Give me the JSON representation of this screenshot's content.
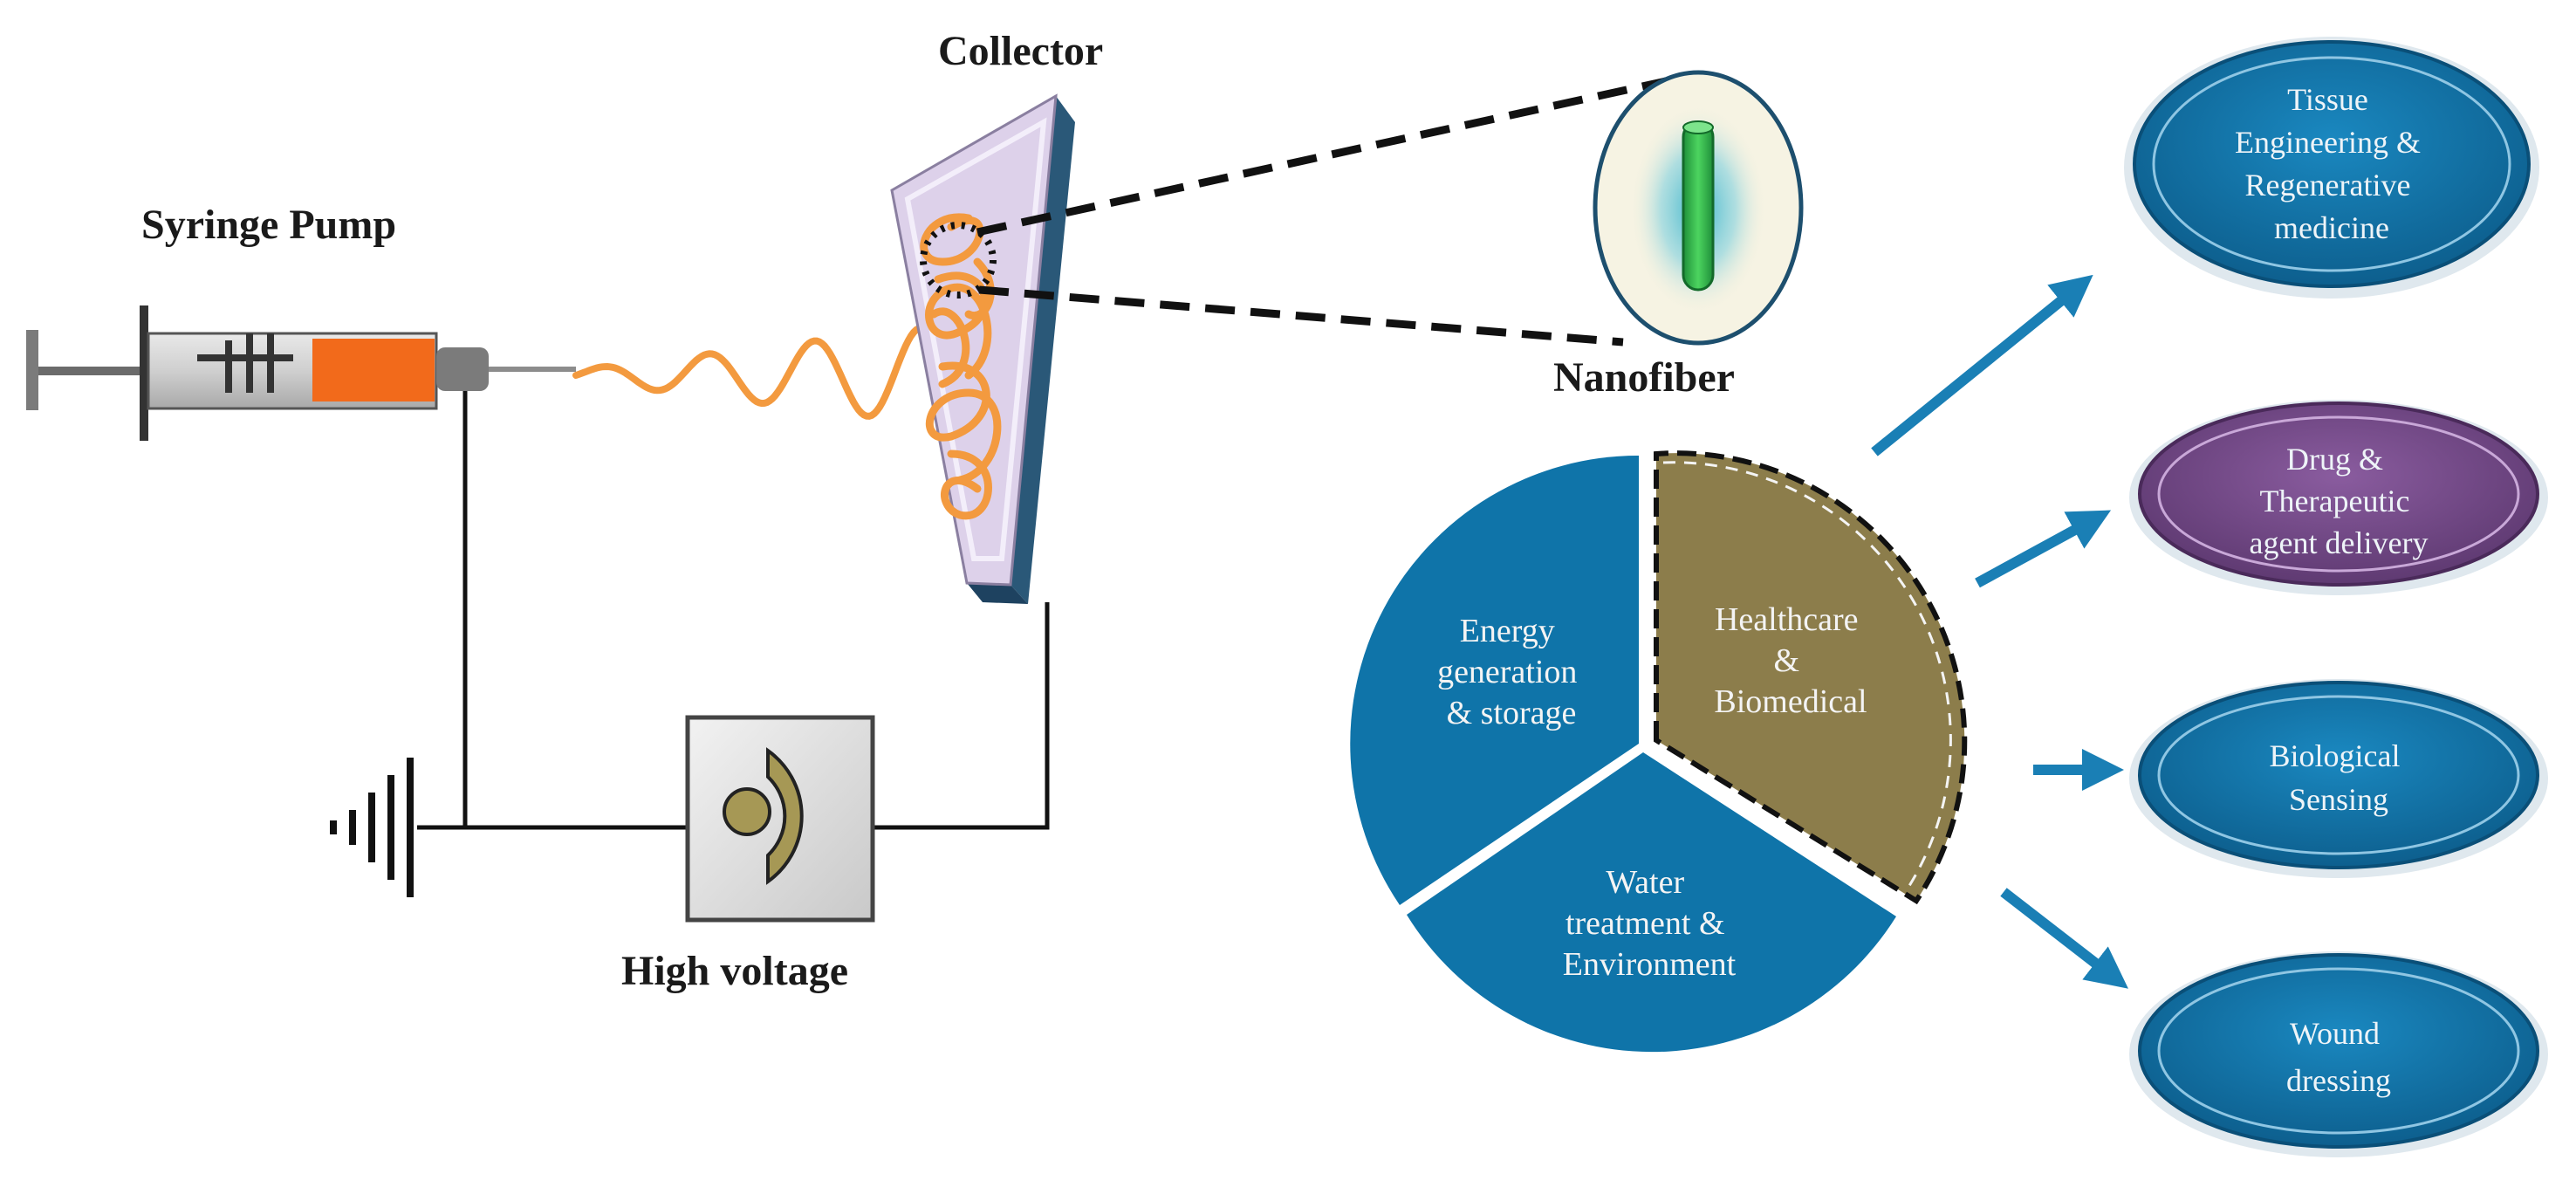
{
  "setup": {
    "syringe_pump": "Syringe Pump",
    "collector": "Collector",
    "nanofiber": "Nanofiber",
    "high_voltage": "High voltage"
  },
  "applications_wheel": {
    "segments": [
      {
        "lines": [
          "Energy",
          "generation",
          "& storage"
        ],
        "color": "#0f74a9"
      },
      {
        "lines": [
          "Healthcare",
          "&",
          "Biomedical"
        ],
        "color": "#8c7d4b",
        "highlighted": true
      },
      {
        "lines": [
          "Water",
          "treatment &",
          "Environment"
        ],
        "color": "#0f74a9"
      }
    ]
  },
  "healthcare_applications": [
    {
      "lines": [
        "Tissue",
        "Engineering  &",
        "Regenerative",
        "medicine"
      ],
      "color": "#1376ad"
    },
    {
      "lines": [
        "Drug &",
        "Therapeutic",
        "agent delivery"
      ],
      "color": "#7a4f8e"
    },
    {
      "lines": [
        "Biological",
        "Sensing"
      ],
      "color": "#1376ad"
    },
    {
      "lines": [
        "Wound",
        "dressing"
      ],
      "color": "#1376ad"
    }
  ],
  "colors": {
    "fiber_jet": "#f39a3f",
    "solution": "#f26a1b",
    "circuit_wire": "#111111",
    "arrow": "#1a7fb5",
    "collector_plate": "#ddd1ea",
    "collector_edge": "#2a5878"
  },
  "icons": [
    "syringe-icon",
    "ground-icon",
    "high-voltage-source-icon",
    "collector-plate-icon",
    "nanofiber-zoom-icon"
  ]
}
